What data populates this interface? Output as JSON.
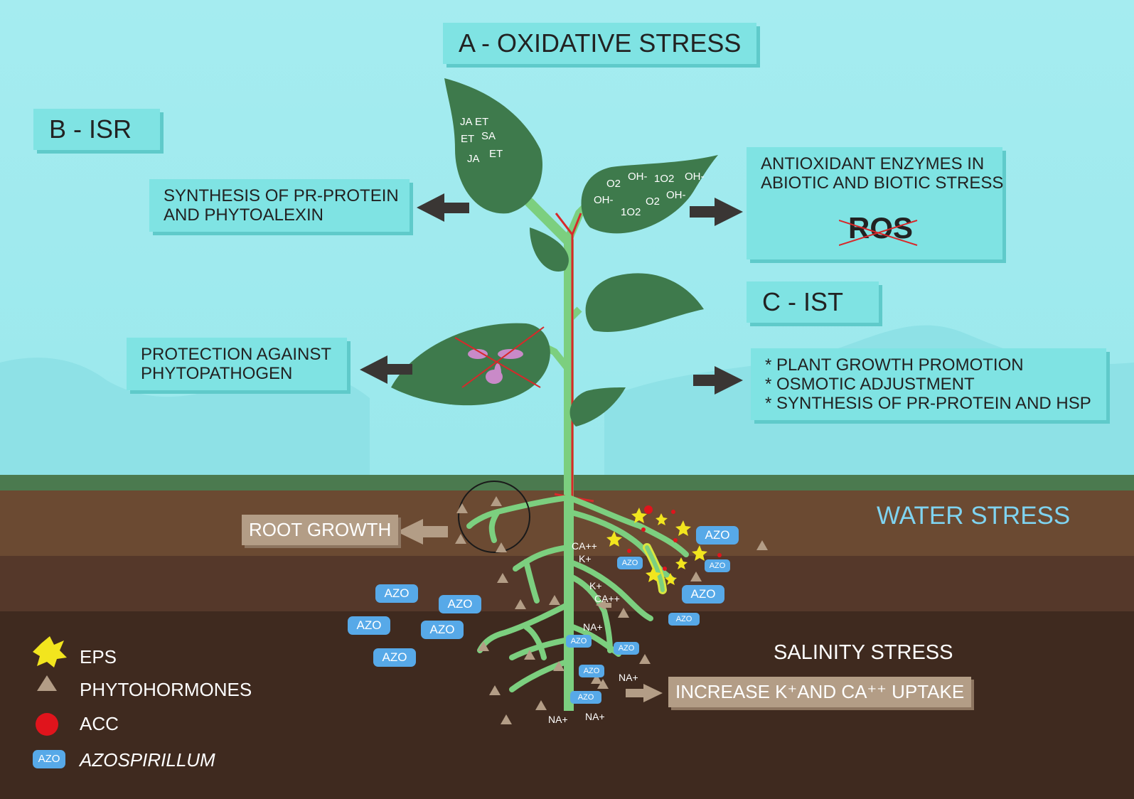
{
  "labels": {
    "oxidative": "A - OXIDATIVE STRESS",
    "isr": "B - ISR",
    "ist": "C - IST",
    "synthesis_lines": [
      "SYNTHESIS OF PR-PROTEIN",
      "AND PHYTOALEXIN"
    ],
    "antioxidant_lines": [
      "ANTIOXIDANT ENZYMES IN",
      "ABIOTIC AND BIOTIC STRESS"
    ],
    "ros": "ROS",
    "protection_lines": [
      "PROTECTION AGAINST",
      "PHYTOPATHOGEN"
    ],
    "ist_lines": [
      "* PLANT GROWTH PROMOTION",
      "* OSMOTIC ADJUSTMENT",
      "* SYNTHESIS  OF PR-PROTEIN AND HSP"
    ],
    "root_growth": "ROOT GROWTH",
    "water_stress": "WATER STRESS",
    "salinity_stress": "SALINITY STRESS",
    "increase_uptake": "INCREASE K⁺AND CA⁺⁺ UPTAKE"
  },
  "leaf_hormones": [
    "JA",
    "ET",
    "ET",
    "SA",
    "JA",
    "ET"
  ],
  "leaf_ros": [
    "O2",
    "OH-",
    "1O2",
    "OH-",
    "OH-",
    "O2",
    "OH-",
    "1O2"
  ],
  "ions": [
    "CA++",
    "K+",
    "K+",
    "CA++",
    "NA+",
    "NA+",
    "NA+",
    "NA+"
  ],
  "azo_label": "AZO",
  "legend": [
    {
      "symbol": "eps-star-icon",
      "label": "EPS"
    },
    {
      "symbol": "triangle-icon",
      "label": "PHYTOHORMONES"
    },
    {
      "symbol": "red-dot-icon",
      "label": "ACC"
    },
    {
      "symbol": "azo-bacterium-icon",
      "label": "AZOSPIRILLUM"
    }
  ],
  "colors": {
    "sky": "#a2eff0",
    "box": "#7fe3e3",
    "leaf": "#3e7a4c",
    "stem": "#7ccf7f",
    "soil_top": "#6b4a32",
    "soil_mid": "#55382a",
    "soil_deep": "#3f2a1f",
    "azo": "#57a9e8",
    "water_stress_text": "#7fd3f0"
  }
}
